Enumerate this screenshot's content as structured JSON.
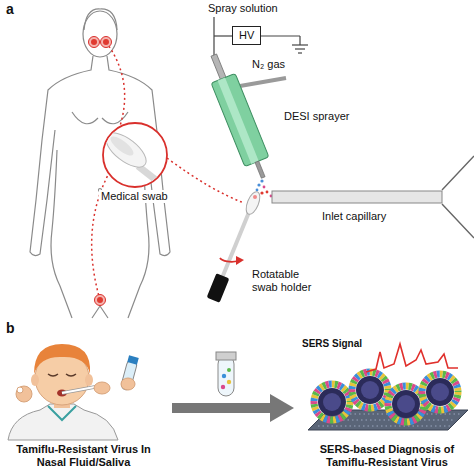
{
  "diagram": {
    "nodes": [
      {
        "text": [
          "HV"
        ]
      }
    ],
    "labels": [
      "a",
      "Spray solution",
      "N₂ gas",
      "DESI sprayer",
      "Medical swab",
      "Inlet capillary",
      "Rotatable swab holder",
      "b",
      "SERS Signal",
      "Tamiflu-Resistant Virus In Nasal Fluid/Saliva",
      "SERS-based Diagnosis of Tamiflu-Resistant Virus"
    ]
  }
}
